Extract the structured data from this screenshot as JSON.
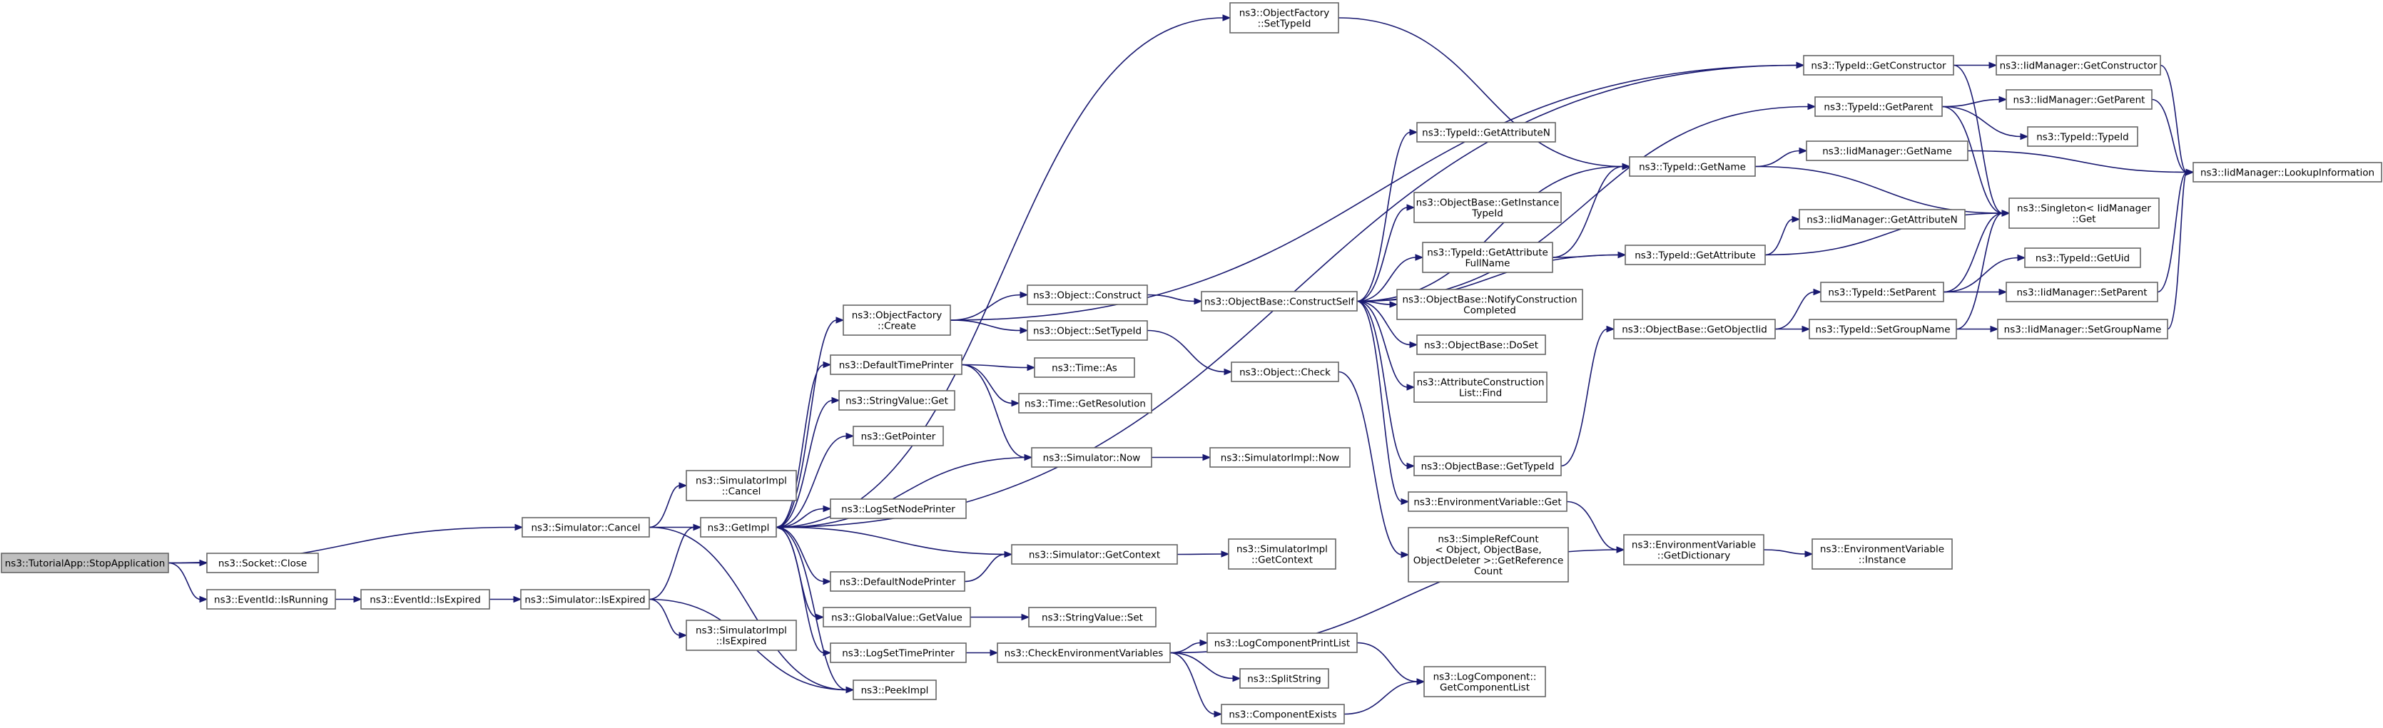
{
  "nodes": [
    {
      "id": "tutorial_stop",
      "label": [
        "ns3::TutorialApp::StopApplication"
      ],
      "root": true
    },
    {
      "id": "socket_close",
      "label": [
        "ns3::Socket::Close"
      ]
    },
    {
      "id": "eventid_isrunning",
      "label": [
        "ns3::EventId::IsRunning"
      ]
    },
    {
      "id": "eventid_isexpired",
      "label": [
        "ns3::EventId::IsExpired"
      ]
    },
    {
      "id": "sim_isexpired",
      "label": [
        "ns3::Simulator::IsExpired"
      ]
    },
    {
      "id": "sim_cancel",
      "label": [
        "ns3::Simulator::Cancel"
      ]
    },
    {
      "id": "simimpl_cancel",
      "label": [
        "ns3::SimulatorImpl",
        "::Cancel"
      ]
    },
    {
      "id": "simimpl_isexpired",
      "label": [
        "ns3::SimulatorImpl",
        "::IsExpired"
      ]
    },
    {
      "id": "getimpl",
      "label": [
        "ns3::GetImpl"
      ]
    },
    {
      "id": "peekimpl",
      "label": [
        "ns3::PeekImpl"
      ]
    },
    {
      "id": "of_create",
      "label": [
        "ns3::ObjectFactory",
        "::Create"
      ]
    },
    {
      "id": "default_time_printer",
      "label": [
        "ns3::DefaultTimePrinter"
      ]
    },
    {
      "id": "stringvalue_get",
      "label": [
        "ns3::StringValue::Get"
      ]
    },
    {
      "id": "getpointer",
      "label": [
        "ns3::GetPointer"
      ]
    },
    {
      "id": "logsetnodeprinter",
      "label": [
        "ns3::LogSetNodePrinter"
      ]
    },
    {
      "id": "defaultnodeprinter",
      "label": [
        "ns3::DefaultNodePrinter"
      ]
    },
    {
      "id": "globalvalue_getvalue",
      "label": [
        "ns3::GlobalValue::GetValue"
      ]
    },
    {
      "id": "logsettimeprinter",
      "label": [
        "ns3::LogSetTimePrinter"
      ]
    },
    {
      "id": "of_settypeid",
      "label": [
        "ns3::ObjectFactory",
        "::SetTypeId"
      ]
    },
    {
      "id": "object_construct",
      "label": [
        "ns3::Object::Construct"
      ]
    },
    {
      "id": "object_settypeid",
      "label": [
        "ns3::Object::SetTypeId"
      ]
    },
    {
      "id": "time_as",
      "label": [
        "ns3::Time::As"
      ]
    },
    {
      "id": "time_getresolution",
      "label": [
        "ns3::Time::GetResolution"
      ]
    },
    {
      "id": "sim_now",
      "label": [
        "ns3::Simulator::Now"
      ]
    },
    {
      "id": "sim_getcontext",
      "label": [
        "ns3::Simulator::GetContext"
      ]
    },
    {
      "id": "stringvalue_set",
      "label": [
        "ns3::StringValue::Set"
      ]
    },
    {
      "id": "check_env_vars",
      "label": [
        "ns3::CheckEnvironmentVariables"
      ]
    },
    {
      "id": "simimpl_now",
      "label": [
        "ns3::SimulatorImpl::Now"
      ]
    },
    {
      "id": "simimpl_getcontext",
      "label": [
        "ns3::SimulatorImpl",
        "::GetContext"
      ]
    },
    {
      "id": "log_comp_printlist",
      "label": [
        "ns3::LogComponentPrintList"
      ]
    },
    {
      "id": "splitstring",
      "label": [
        "ns3::SplitString"
      ]
    },
    {
      "id": "componentexists",
      "label": [
        "ns3::ComponentExists"
      ]
    },
    {
      "id": "objbase_constructself",
      "label": [
        "ns3::ObjectBase::ConstructSelf"
      ]
    },
    {
      "id": "object_check",
      "label": [
        "ns3::Object::Check"
      ]
    },
    {
      "id": "typeid_getattributen",
      "label": [
        "ns3::TypeId::GetAttributeN"
      ]
    },
    {
      "id": "objbase_getinstancetypeid",
      "label": [
        "ns3::ObjectBase::GetInstance",
        "TypeId"
      ]
    },
    {
      "id": "typeid_getattributefullname",
      "label": [
        "ns3::TypeId::GetAttribute",
        "FullName"
      ]
    },
    {
      "id": "objbase_notifyconstructioncompleted",
      "label": [
        "ns3::ObjectBase::NotifyConstruction",
        "Completed"
      ]
    },
    {
      "id": "objbase_doset",
      "label": [
        "ns3::ObjectBase::DoSet"
      ]
    },
    {
      "id": "attrconstructionlist_find",
      "label": [
        "ns3::AttributeConstruction",
        "List::Find"
      ]
    },
    {
      "id": "objbase_gettypeid",
      "label": [
        "ns3::ObjectBase::GetTypeId"
      ]
    },
    {
      "id": "envvar_get",
      "label": [
        "ns3::EnvironmentVariable::Get"
      ]
    },
    {
      "id": "simplerefcount_getrefcount",
      "label": [
        "ns3::SimpleRefCount",
        "< Object, ObjectBase,",
        "ObjectDeleter >::GetReference",
        "Count"
      ]
    },
    {
      "id": "logcomponent_getcomponentlist",
      "label": [
        "ns3::LogComponent::",
        "GetComponentList"
      ]
    },
    {
      "id": "envvar_getdictionary",
      "label": [
        "ns3::EnvironmentVariable",
        "::GetDictionary"
      ]
    },
    {
      "id": "envvar_instance",
      "label": [
        "ns3::EnvironmentVariable",
        "::Instance"
      ]
    },
    {
      "id": "typeid_getconstructor",
      "label": [
        "ns3::TypeId::GetConstructor"
      ]
    },
    {
      "id": "typeid_getparent",
      "label": [
        "ns3::TypeId::GetParent"
      ]
    },
    {
      "id": "typeid_getname",
      "label": [
        "ns3::TypeId::GetName"
      ]
    },
    {
      "id": "typeid_getattribute",
      "label": [
        "ns3::TypeId::GetAttribute"
      ]
    },
    {
      "id": "objbase_getobjectiid",
      "label": [
        "ns3::ObjectBase::GetObjectIid"
      ]
    },
    {
      "id": "typeid_setparent",
      "label": [
        "ns3::TypeId::SetParent"
      ]
    },
    {
      "id": "typeid_setgroupname",
      "label": [
        "ns3::TypeId::SetGroupName"
      ]
    },
    {
      "id": "iidmgr_getconstructor",
      "label": [
        "ns3::IidManager::GetConstructor"
      ]
    },
    {
      "id": "iidmgr_getparent",
      "label": [
        "ns3::IidManager::GetParent"
      ]
    },
    {
      "id": "typeid_typeid",
      "label": [
        "ns3::TypeId::TypeId"
      ]
    },
    {
      "id": "iidmgr_getname",
      "label": [
        "ns3::IidManager::GetName"
      ]
    },
    {
      "id": "iidmgr_getattributen",
      "label": [
        "ns3::IidManager::GetAttributeN"
      ]
    },
    {
      "id": "singleton_get",
      "label": [
        "ns3::Singleton< IidManager",
        "::Get"
      ]
    },
    {
      "id": "typeid_getuid",
      "label": [
        "ns3::TypeId::GetUid"
      ]
    },
    {
      "id": "iidmgr_setparent",
      "label": [
        "ns3::IidManager::SetParent"
      ]
    },
    {
      "id": "iidmgr_setgroupname",
      "label": [
        "ns3::IidManager::SetGroupName"
      ]
    },
    {
      "id": "iidmgr_lookupinformation",
      "label": [
        "ns3::IidManager::LookupInformation"
      ]
    }
  ],
  "edges": [
    [
      "tutorial_stop",
      "sim_cancel"
    ],
    [
      "tutorial_stop",
      "socket_close"
    ],
    [
      "tutorial_stop",
      "eventid_isrunning"
    ],
    [
      "eventid_isrunning",
      "eventid_isexpired"
    ],
    [
      "eventid_isexpired",
      "sim_isexpired"
    ],
    [
      "sim_isexpired",
      "getimpl"
    ],
    [
      "sim_isexpired",
      "simimpl_isexpired"
    ],
    [
      "sim_isexpired",
      "peekimpl"
    ],
    [
      "sim_cancel",
      "simimpl_cancel"
    ],
    [
      "sim_cancel",
      "getimpl"
    ],
    [
      "sim_cancel",
      "peekimpl"
    ],
    [
      "getimpl",
      "of_settypeid"
    ],
    [
      "getimpl",
      "of_create"
    ],
    [
      "getimpl",
      "default_time_printer"
    ],
    [
      "getimpl",
      "stringvalue_get"
    ],
    [
      "getimpl",
      "getpointer"
    ],
    [
      "getimpl",
      "logsetnodeprinter"
    ],
    [
      "getimpl",
      "defaultnodeprinter"
    ],
    [
      "getimpl",
      "globalvalue_getvalue"
    ],
    [
      "getimpl",
      "logsettimeprinter"
    ],
    [
      "getimpl",
      "peekimpl"
    ],
    [
      "getimpl",
      "typeid_getconstructor"
    ],
    [
      "of_create",
      "object_construct"
    ],
    [
      "of_create",
      "object_settypeid"
    ],
    [
      "of_create",
      "typeid_getconstructor"
    ],
    [
      "of_settypeid",
      "typeid_getname"
    ],
    [
      "default_time_printer",
      "time_as"
    ],
    [
      "default_time_printer",
      "time_getresolution"
    ],
    [
      "default_time_printer",
      "sim_now"
    ],
    [
      "sim_now",
      "getimpl"
    ],
    [
      "sim_now",
      "simimpl_now"
    ],
    [
      "defaultnodeprinter",
      "sim_getcontext"
    ],
    [
      "sim_getcontext",
      "getimpl"
    ],
    [
      "sim_getcontext",
      "simimpl_getcontext"
    ],
    [
      "globalvalue_getvalue",
      "stringvalue_set"
    ],
    [
      "logsettimeprinter",
      "check_env_vars"
    ],
    [
      "check_env_vars",
      "log_comp_printlist"
    ],
    [
      "check_env_vars",
      "splitstring"
    ],
    [
      "check_env_vars",
      "componentexists"
    ],
    [
      "check_env_vars",
      "envvar_getdictionary"
    ],
    [
      "log_comp_printlist",
      "logcomponent_getcomponentlist"
    ],
    [
      "componentexists",
      "logcomponent_getcomponentlist"
    ],
    [
      "object_construct",
      "objbase_constructself"
    ],
    [
      "object_settypeid",
      "object_check"
    ],
    [
      "object_check",
      "simplerefcount_getrefcount"
    ],
    [
      "objbase_constructself",
      "typeid_getparent"
    ],
    [
      "objbase_constructself",
      "typeid_getattributen"
    ],
    [
      "objbase_constructself",
      "typeid_getname"
    ],
    [
      "objbase_constructself",
      "objbase_getinstancetypeid"
    ],
    [
      "objbase_constructself",
      "typeid_getattributefullname"
    ],
    [
      "objbase_constructself",
      "objbase_notifyconstructioncompleted"
    ],
    [
      "objbase_constructself",
      "objbase_doset"
    ],
    [
      "objbase_constructself",
      "attrconstructionlist_find"
    ],
    [
      "objbase_constructself",
      "typeid_getattribute"
    ],
    [
      "objbase_constructself",
      "objbase_gettypeid"
    ],
    [
      "objbase_constructself",
      "envvar_get"
    ],
    [
      "typeid_getattributefullname",
      "typeid_getname"
    ],
    [
      "typeid_getattributefullname",
      "typeid_getattribute"
    ],
    [
      "objbase_gettypeid",
      "objbase_getobjectiid"
    ],
    [
      "envvar_get",
      "envvar_getdictionary"
    ],
    [
      "envvar_getdictionary",
      "envvar_instance"
    ],
    [
      "typeid_getconstructor",
      "iidmgr_getconstructor"
    ],
    [
      "typeid_getconstructor",
      "singleton_get"
    ],
    [
      "typeid_getparent",
      "iidmgr_getparent"
    ],
    [
      "typeid_getparent",
      "typeid_typeid"
    ],
    [
      "typeid_getparent",
      "singleton_get"
    ],
    [
      "typeid_getname",
      "iidmgr_getname"
    ],
    [
      "typeid_getname",
      "singleton_get"
    ],
    [
      "typeid_getattribute",
      "iidmgr_getattributen"
    ],
    [
      "typeid_getattribute",
      "singleton_get"
    ],
    [
      "objbase_getobjectiid",
      "typeid_setparent"
    ],
    [
      "objbase_getobjectiid",
      "typeid_setgroupname"
    ],
    [
      "typeid_setparent",
      "typeid_getuid"
    ],
    [
      "typeid_setparent",
      "iidmgr_setparent"
    ],
    [
      "typeid_setparent",
      "singleton_get"
    ],
    [
      "typeid_setgroupname",
      "iidmgr_setgroupname"
    ],
    [
      "typeid_setgroupname",
      "singleton_get"
    ],
    [
      "iidmgr_getconstructor",
      "iidmgr_lookupinformation"
    ],
    [
      "iidmgr_getparent",
      "iidmgr_lookupinformation"
    ],
    [
      "iidmgr_getname",
      "iidmgr_lookupinformation"
    ],
    [
      "iidmgr_setparent",
      "iidmgr_lookupinformation"
    ],
    [
      "iidmgr_setgroupname",
      "iidmgr_lookupinformation"
    ]
  ],
  "colors": {
    "edge": "#191970",
    "node_border": "#666666",
    "root_fill": "#bfbfbf",
    "node_fill": "#ffffff"
  }
}
